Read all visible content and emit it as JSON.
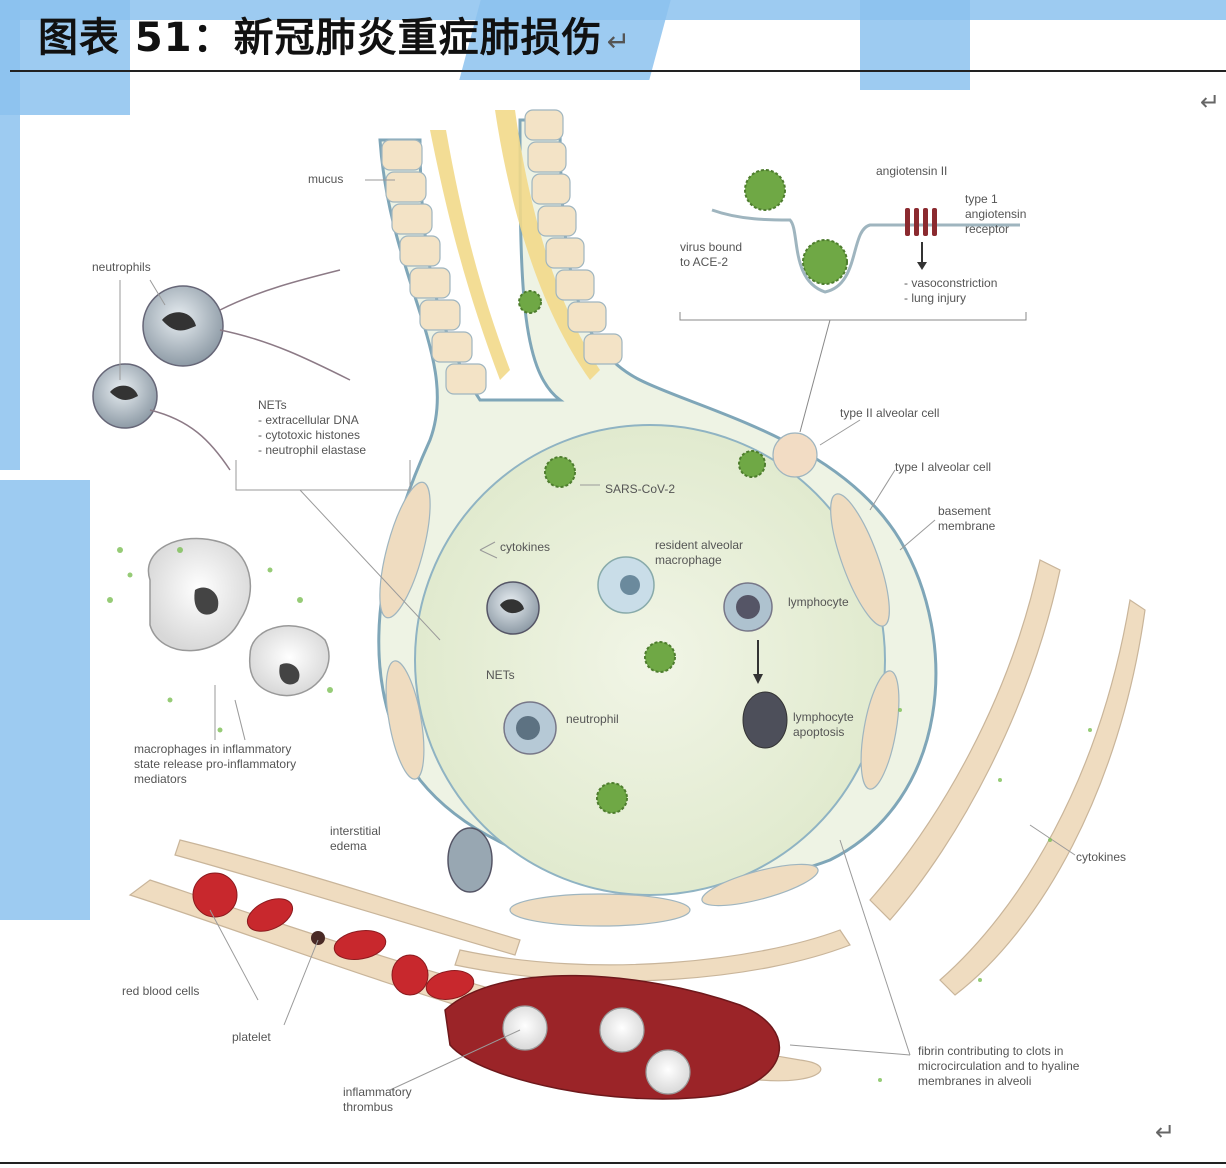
{
  "header": {
    "title": "图表 51：新冠肺炎重症肺损伤",
    "return_mark": "↵"
  },
  "marks": {
    "right_top": "↵",
    "right_bottom": "↵"
  },
  "figure": {
    "labels": {
      "mucus": "mucus",
      "neutrophils": "neutrophils",
      "nets_list": "NETs\n- extracellular DNA\n- cytotoxic histones\n- neutrophil elastase",
      "virus_bound": "virus bound\nto ACE-2",
      "angiotensin": "angiotensin II",
      "receptor": "type 1\nangiotensin\nreceptor",
      "effects": "- vasoconstriction\n- lung injury",
      "type2": "type II alveolar cell",
      "type1": "type I alveolar cell",
      "basement": "basement\nmembrane",
      "sars": "SARS-CoV-2",
      "cytokines_center": "cytokines",
      "resident_macrophage": "resident alveolar\nmacrophage",
      "lymphocyte": "lymphocyte",
      "nets_center": "NETs",
      "neutrophil": "neutrophil",
      "apoptosis": "lymphocyte\napoptosis",
      "macrophages_text": "macrophages in inflammatory\nstate release pro-inflammatory\nmediators",
      "edema": "interstitial\nedema",
      "cytokines_right": "cytokines",
      "rbc": "red blood cells",
      "platelet": "platelet",
      "thrombus": "inflammatory\nthrombus",
      "fibrin": "fibrin contributing to clots in\nmicrocirculation and to hyaline\nmembranes in alveoli"
    }
  },
  "colors": {
    "watermark": "#8cc2ef",
    "alveolus_fill": "#e6efd8",
    "membrane": "#7fa6b8",
    "cell_tan": "#efdcc0",
    "virus": "#7bb34a",
    "blood": "#c0282d",
    "thrombus": "#9b2428"
  }
}
